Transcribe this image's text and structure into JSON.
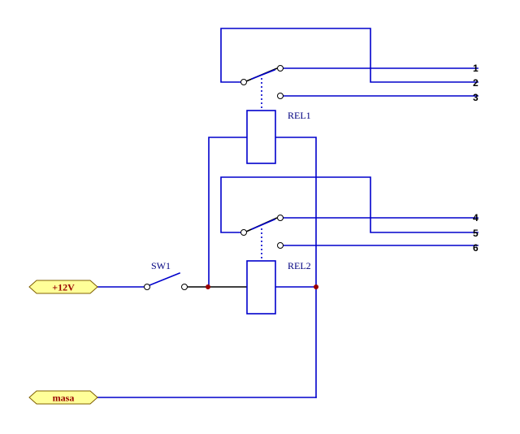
{
  "ports": {
    "supply": "+12V",
    "ground": "masa"
  },
  "switch": {
    "label": "SW1"
  },
  "relays": {
    "rel1": "REL1",
    "rel2": "REL2"
  },
  "terminals": [
    "1",
    "2",
    "3",
    "4",
    "5",
    "6"
  ],
  "colors": {
    "wire": "#0000cc",
    "junction": "#990000",
    "port_fill": "#ffff99",
    "port_text": "#990000"
  }
}
